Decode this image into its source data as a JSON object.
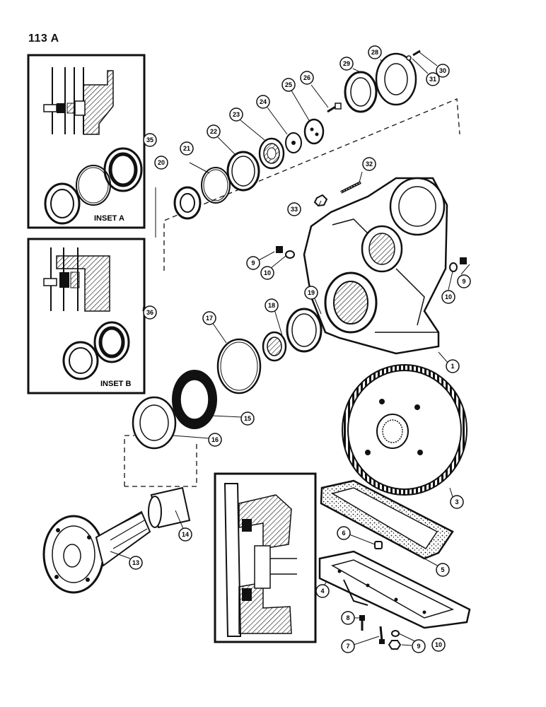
{
  "page_number": "113 A",
  "insets": {
    "a_label": "INSET A",
    "b_label": "INSET B"
  },
  "callouts": {
    "c1": "1",
    "c3": "3",
    "c4": "4",
    "c5": "5",
    "c6": "6",
    "c7": "7",
    "c8": "8",
    "c9a": "9",
    "c9b": "9",
    "c9c": "9",
    "c10a": "10",
    "c10b": "10",
    "c10c": "10",
    "c13": "13",
    "c14": "14",
    "c15": "15",
    "c16": "16",
    "c17": "17",
    "c18": "18",
    "c19": "19",
    "c20": "20",
    "c21": "21",
    "c22": "22",
    "c23": "23",
    "c24": "24",
    "c25": "25",
    "c26": "26",
    "c28": "28",
    "c29": "29",
    "c30": "30",
    "c31": "31",
    "c32": "32",
    "c33": "33",
    "c35": "35",
    "c36": "36"
  },
  "colors": {
    "ink": "#111111",
    "paper": "#ffffff"
  }
}
